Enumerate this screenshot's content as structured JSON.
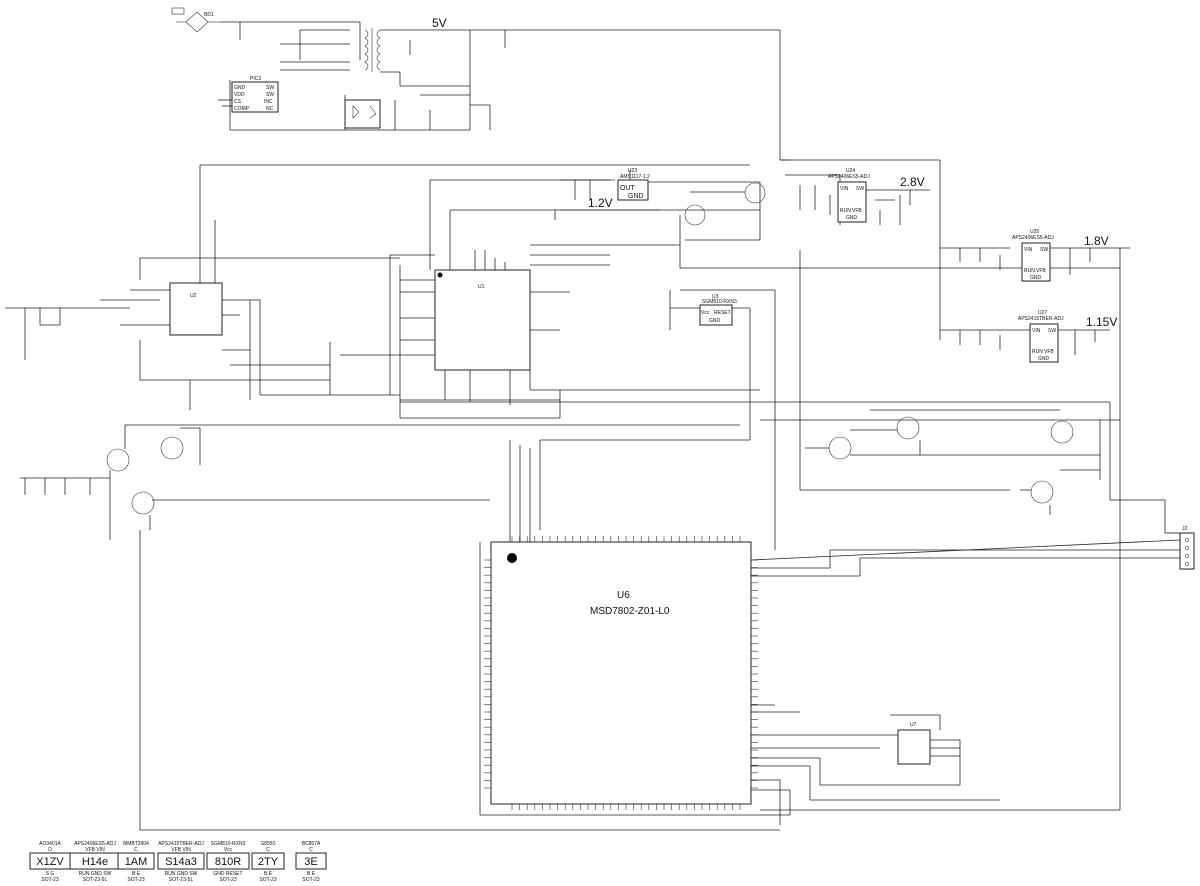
{
  "rails": {
    "r5v": "5V",
    "r12v": "1.2V",
    "r28v": "2.8V",
    "r18v": "1.8V",
    "r115v": "1.15V"
  },
  "ics": {
    "pic3": "PIC3",
    "pic3_pins": [
      "GND",
      "VDD",
      "CS",
      "COMP",
      "SW",
      "SW",
      "INC",
      "NC"
    ],
    "u23": "U23",
    "u23_part": "AMS1117-1.2",
    "u23_pins": [
      "OUT",
      "GND"
    ],
    "u24": "U24",
    "u24_part": "APS2406ES5-ADJ",
    "u24_pins": [
      "VIN",
      "SW",
      "RUN",
      "VFB",
      "GND"
    ],
    "u25": "U25",
    "u25_part": "APS2406ES5-ADJ",
    "u25_pins": [
      "VIN",
      "SW",
      "RUN",
      "VFB",
      "GND"
    ],
    "u27": "U27",
    "u27_part": "APS2415TBER-ADJ",
    "u27_pins": [
      "VIN",
      "SW",
      "RUN",
      "VFB",
      "GND"
    ],
    "u3": "U3",
    "u3_part": "SGM810-RXN3",
    "u3_pins": [
      "Vcc",
      "RESET",
      "GND"
    ],
    "u6": "U6",
    "u6_part": "MSD7802-Z01-L0",
    "u7": "U7",
    "u2": "U2",
    "u1": "U1",
    "j2": "J2"
  },
  "legend": [
    {
      "part": "AO3401A",
      "mark": "X1ZV",
      "top": "D",
      "bottom": "S G",
      "pkg": "SOT-23"
    },
    {
      "part": "APS2406ES5-ADJ",
      "mark": "H14e",
      "top": "VFB VIN",
      "bottom": "RUN GND SW",
      "pkg": "SOT-23-5L"
    },
    {
      "part": "MMBT3904",
      "mark": "1AM",
      "top": "C",
      "bottom": "B E",
      "pkg": "SOT-23"
    },
    {
      "part": "APS2415TBER-ADJ",
      "mark": "S14a3",
      "top": "VFB VIN",
      "bottom": "RUN GND SW",
      "pkg": "SOT-23-5L"
    },
    {
      "part": "SGM810-RXN3",
      "mark": "810R",
      "top": "Vcc",
      "bottom": "GND RESET",
      "pkg": "SOT-23"
    },
    {
      "part": "S8550",
      "mark": "2TY",
      "top": "C",
      "bottom": "B E",
      "pkg": "SOT-23"
    },
    {
      "part": "BC857A",
      "mark": "3E",
      "top": "C",
      "bottom": "B E",
      "pkg": "SOT-23"
    }
  ]
}
